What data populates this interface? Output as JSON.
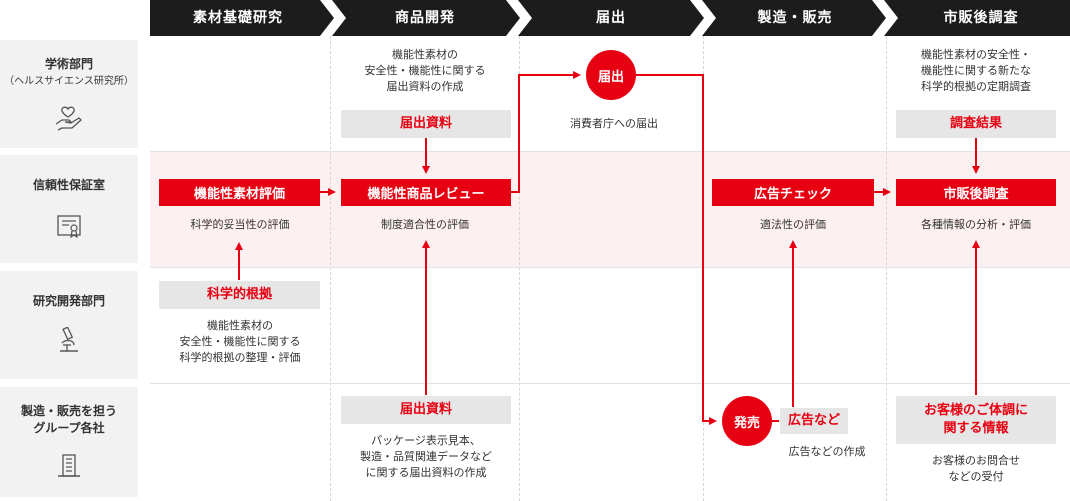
{
  "phases": [
    "素材基礎研究",
    "商品開発",
    "届出",
    "製造・販売",
    "市販後調査"
  ],
  "rows": [
    {
      "label": "学術部門",
      "sub": "（ヘルスサイエンス研究所）",
      "icon": "hand-heart-icon"
    },
    {
      "label": "信頼性保証室",
      "sub": "",
      "icon": "certificate-icon"
    },
    {
      "label": "研究開発部門",
      "sub": "",
      "icon": "microscope-icon"
    },
    {
      "label": "製造・販売を担う",
      "sub": "グループ各社",
      "icon": "building-icon"
    }
  ],
  "academic": {
    "dev_text": "機能性素材の\n安全性・機能性に関する\n届出資料の作成",
    "dev_doc": "届出資料",
    "filing_circle": "届出",
    "filing_text": "消費者庁への届出",
    "post_text": "機能性素材の安全性・\n機能性に関する新たな\n科学的根拠の定期調査",
    "post_result": "調査結果"
  },
  "qa": {
    "eval_label": "機能性素材評価",
    "eval_text": "科学的妥当性の評価",
    "review_label": "機能性商品レビュー",
    "review_text": "制度適合性の評価",
    "ad_label": "広告チェック",
    "ad_text": "適法性の評価",
    "post_label": "市販後調査",
    "post_text": "各種情報の分析・評価"
  },
  "rnd": {
    "basis_label": "科学的根拠",
    "basis_text": "機能性素材の\n安全性・機能性に関する\n科学的根拠の整理・評価"
  },
  "group": {
    "doc_label": "届出資料",
    "doc_text": "パッケージ表示見本、\n製造・品質関連データなど\nに関する届出資料の作成",
    "launch_circle": "発売",
    "ads_label": "広告など",
    "ads_text": "広告などの作成",
    "feedback_label": "お客様のご体調に\n関する情報",
    "feedback_text": "お客様のお問合せ\nなどの受付"
  },
  "colors": {
    "accent": "#e60012",
    "header": "#1c1c1c",
    "band": "#fdf0f0",
    "grey": "#e6e6e6"
  }
}
